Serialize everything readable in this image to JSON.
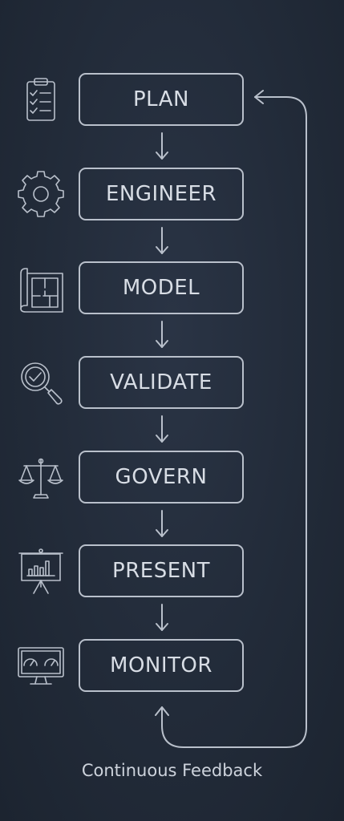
{
  "diagram": {
    "stages": [
      {
        "label": "PLAN",
        "icon": "clipboard-checklist-icon"
      },
      {
        "label": "ENGINEER",
        "icon": "gear-icon"
      },
      {
        "label": "MODEL",
        "icon": "blueprint-icon"
      },
      {
        "label": "VALIDATE",
        "icon": "magnifier-check-icon"
      },
      {
        "label": "GOVERN",
        "icon": "scales-icon"
      },
      {
        "label": "PRESENT",
        "icon": "presentation-board-icon"
      },
      {
        "label": "MONITOR",
        "icon": "monitor-gauges-icon"
      }
    ],
    "feedback_label": "Continuous Feedback"
  },
  "colors": {
    "background": "#222b39",
    "stroke": "#b9c0cb",
    "text": "#d8dde5"
  }
}
